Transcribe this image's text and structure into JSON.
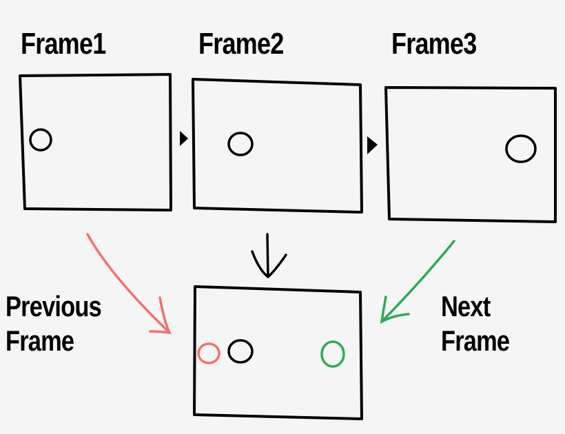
{
  "frames": [
    {
      "label": "Frame1"
    },
    {
      "label": "Frame2"
    },
    {
      "label": "Frame3"
    }
  ],
  "result": {
    "previous_label_line1": "Previous",
    "previous_label_line2": "Frame",
    "next_label_line1": "Next",
    "next_label_line2": "Frame"
  },
  "colors": {
    "background": "#f5f5f5",
    "stroke": "#000000",
    "previous": "#f07070",
    "next": "#2eaa55"
  }
}
